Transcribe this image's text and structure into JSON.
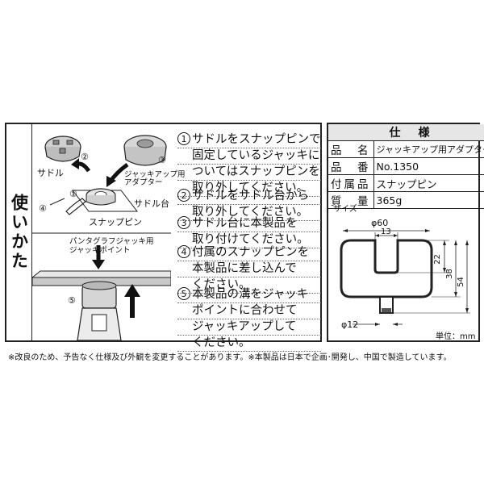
{
  "usage": {
    "title": "使いかた",
    "labels": {
      "saddle": "サドル",
      "jack_adapter_line1": "ジャッキアップ用",
      "jack_adapter_line2": "アダプター",
      "saddle_base": "サドル台",
      "snap_pin": "スナップピン",
      "pantograph_line1": "パンタグラフジャッキ用",
      "pantograph_line2": "ジャッキポイント",
      "n1": "①",
      "n2": "②",
      "n3": "③",
      "n4": "④",
      "n5": "⑤"
    },
    "steps": [
      {
        "num": "1",
        "lines": [
          "サドルをスナップピンで",
          "固定しているジャッキに",
          "ついてはスナップピンを",
          "取り外してください。"
        ]
      },
      {
        "num": "2",
        "lines": [
          "サドルをサドル台から",
          "取り外してください。"
        ]
      },
      {
        "num": "3",
        "lines": [
          "サドル台に本製品を",
          "取り付けてください。"
        ]
      },
      {
        "num": "4",
        "lines": [
          "付属のスナップピンを",
          "本製品に差し込んで",
          "ください。"
        ]
      },
      {
        "num": "5",
        "lines": [
          "本製品の溝をジャッキ",
          "ポイントに合わせて",
          "ジャッキアップして",
          "ください。"
        ]
      }
    ]
  },
  "spec": {
    "title": "仕　様",
    "rows": [
      {
        "key": "品　名",
        "value": "ジャッキアップ用アダプター"
      },
      {
        "key": "品　番",
        "value": "No.1350"
      },
      {
        "key": "付属品",
        "value": "スナップピン"
      },
      {
        "key": "質　量",
        "value": "365g"
      }
    ],
    "size_label": "サイズ",
    "dims": {
      "d60": "φ60",
      "d13": "13",
      "d22": "22",
      "d38": "38",
      "d54": "54",
      "d12": "φ12"
    },
    "unit": "単位：mm"
  },
  "footnote": "※改良のため、予告なく仕様及び外観を変更することがあります。※本製品は日本で企画･開発し、中国で製造しています。"
}
